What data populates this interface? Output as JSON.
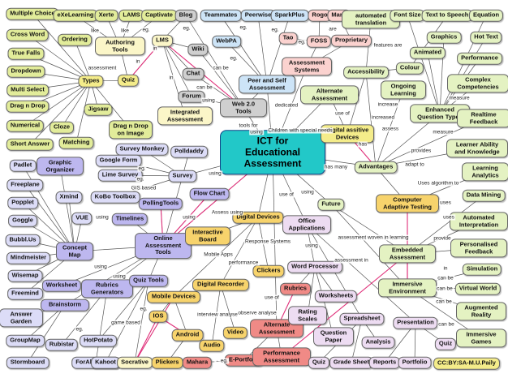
{
  "colors": {
    "yellow": "#f4ec8a",
    "olive": "#e2ec9a",
    "cream": "#fbf6c8",
    "lightgreen": "#e4f2c2",
    "teal": "#22c8c8",
    "grey": "#cfcfcf",
    "lightblue": "#cde4f7",
    "pink": "#fbd2cf",
    "lavender": "#dcdcf7",
    "purple": "#bdb7ef",
    "lilac": "#eddcf2",
    "orange": "#f7d36c",
    "red": "#f08a86",
    "magenta": "#e0307a"
  },
  "diagram": {
    "nodes": {
      "center": "ICT for Educational Assessment",
      "types": "Types",
      "multiple_choice": "Multiple Choice",
      "cross_word": "Cross Word",
      "true_falls": "True Falls",
      "dropdown": "Dropdown",
      "multi_select": "Multi Select",
      "drag_n_drop": "Drag n Drop",
      "numerical": "Numerical",
      "short_answer": "Short Answer",
      "cloze": "Cloze",
      "matching": "Matching",
      "jigsaw": "Jigsaw",
      "drag_on_image": "Drag n Drop on Image",
      "ordering": "Ordering",
      "quiz_types": "Quiz",
      "exelearning": "eXeLearning",
      "xerte": "Xerte",
      "lams": "LAMS",
      "captivate": "Captivate",
      "authoring_tools": "Authoring Tools",
      "lms": "LMS",
      "blog": "Blog",
      "wiki": "Wiki",
      "chat": "Chat",
      "forum": "Forum",
      "web20": "Web 2.0 Tools",
      "integrated": "Integrated Assessment",
      "teammates": "Teammates",
      "peerwise": "Peerwise",
      "sparkplus": "SparkPlus",
      "webpa": "WebPA",
      "peer_self": "Peer and Self Assessment",
      "rogo": "Rogo",
      "many": "Many",
      "tao": "Tao",
      "foss": "FOSS",
      "proprietary": "Proprietary",
      "assessment_systems": "Assessment Systems",
      "alternate_assessment": "Alternate Assessment",
      "digital_assistive": "Digital assitive Devices",
      "accessibility": "Accessibility",
      "auto_translation": "automated translation",
      "font_size": "Font Size",
      "text_to_speech": "Text to Speech",
      "equation": "Equation",
      "colour": "Colour",
      "graphics": "Graphics",
      "hot_text": "Hot Text",
      "animated": "Animated",
      "performance_q": "Performance",
      "ongoing": "Ongoing Learning",
      "enhanced_qt": "Enhanced Question Types",
      "complex": "Complex Competencies",
      "realtime": "Realtime Feedback",
      "learner_ability": "Learner Ability and Knowledge",
      "advantages": "Advantages",
      "learning_analytics": "Learning Analytics",
      "data_mining": "Data Mining",
      "auto_interpretation": "Automated Interpretation",
      "personalised": "Personalised Feedback",
      "cat": "Computer Adaptive Testing",
      "embedded": "Embedded Assessment",
      "future": "Future",
      "immersive_env": "Immersive Environment",
      "simulation": "Simulation",
      "virtual_world": "Virtual World",
      "augmented": "Augmented Reality",
      "immersive_games": "Immersive Games",
      "graphic_organizer": "Graphic Organizer",
      "padlet": "Padlet",
      "freeplane": "Freeplane",
      "popplet": "Popplet",
      "goggle": "Goggle",
      "bubbl": "Bubbl.Us",
      "mindmeister": "Mindmeister",
      "wisemap": "Wisemap",
      "freemind": "Freemind",
      "xmind": "Xmind",
      "vue": "VUE",
      "concept_map": "Concept Map",
      "survey_monkey": "Survey Monkey",
      "google_form": "Google Form",
      "lime_survey": "Lime Survey",
      "kobo": "KoBo Toolbox",
      "polldaddy": "Polldaddy",
      "survey": "Survey",
      "polling_tools": "PollingTools",
      "flow_chart": "Flow Chart",
      "timelines": "Timelines",
      "online_tools": "Online Assessment Tools",
      "worksheet": "Worksheet",
      "brainstorm": "Brainstorm",
      "answer_garden": "Answer Garden",
      "groupmap": "GroupMap",
      "stormboard": "Stormboard",
      "rubistar": "Rubistar",
      "rubrics_generators": "Rubrics Generators",
      "for_all_rubrics": "ForAllRubrics",
      "quiz_tools": "Quiz Tools",
      "hotpotato": "HotPotato",
      "kahoot": "Kahoot",
      "socrative": "Socrative",
      "mobile_devices": "Mobile Devices",
      "ios": "IOS",
      "android": "Android",
      "plickers": "Plickers",
      "digital_devices": "Digital Devices",
      "interactive_board": "Interactive Board",
      "clickers": "Clickers",
      "digital_recorder": "Digital Recorder",
      "audio": "Audio",
      "video": "Video",
      "alt_assessment2": "Alternate Assessment",
      "mahara": "Mahara",
      "eportfolio": "E-Portfolio",
      "performance_assessment": "Performance Assessment",
      "office": "Office Applications",
      "word_processor": "Word Processor",
      "rubrics": "Rubrics",
      "worksheets": "Worksheets",
      "rating_scales": "Rating Scales",
      "question_paper": "Question Paper",
      "spreadsheet": "Spreadsheet",
      "analysis": "Analysis",
      "grade_sheet": "Grade Sheet",
      "quiz_office": "Quiz",
      "presentation": "Presentation",
      "reports": "Reports",
      "portfolio": "Portfolio",
      "quiz_pres": "Quiz",
      "license": "CC:BY:SA-M.U.Paily"
    },
    "edge_labels": {
      "assessment": "assessment",
      "like": "like",
      "eg": "eg.",
      "in": "in",
      "can_be": "can be",
      "using": "using",
      "tools_for": "tools for",
      "dedicated": "dedicated",
      "are": "are",
      "features_are": "features are",
      "use_of": "use of",
      "increase": "increase",
      "increased": "increased",
      "assess": "assess",
      "has": "has",
      "measure": "measure",
      "provides": "provides",
      "children_special": "Children with special needs",
      "has_many": "has many",
      "adapt_to": "adapt to",
      "uses_algorithm": "Uses algorithm to",
      "uses": "uses",
      "provide": "provide",
      "assessment_woven": "assessment woven in learning",
      "assessment_in": "assessment in",
      "gis_based": "GIS based",
      "assess_using": "Assess using",
      "mobile_apps": "Mobile Apps",
      "performance": "performance",
      "response_systems": "Response Systems",
      "interview_analyse": "interview analyse",
      "observe_analyse": "observe analyse",
      "game_based": "game based",
      "eg_arrow": "←eg."
    }
  }
}
